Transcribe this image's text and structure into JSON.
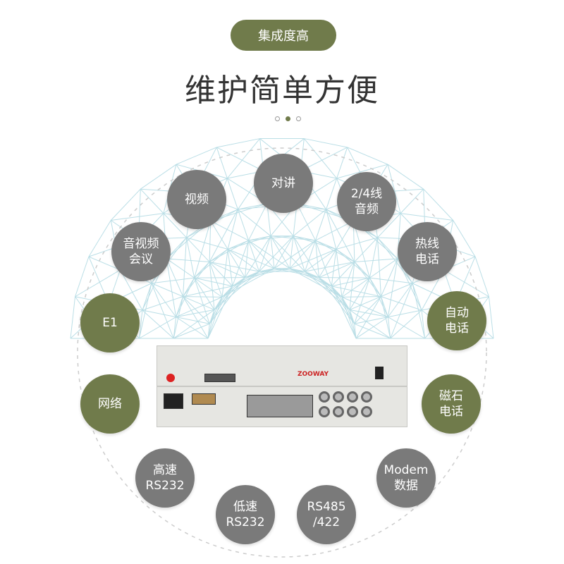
{
  "badge": "集成度高",
  "title": "维护简单方便",
  "pager": {
    "count": 3,
    "active": 1
  },
  "colors": {
    "green": "#707b4b",
    "gray": "#7a7a7a"
  },
  "nodes": [
    {
      "label": "对讲",
      "color": "gray"
    },
    {
      "label": "视频",
      "color": "gray"
    },
    {
      "label": "2/4线\n音频",
      "color": "gray"
    },
    {
      "label": "音视频\n会议",
      "color": "gray"
    },
    {
      "label": "热线\n电话",
      "color": "gray"
    },
    {
      "label": "E1",
      "color": "green"
    },
    {
      "label": "自动\n电话",
      "color": "green"
    },
    {
      "label": "网络",
      "color": "green"
    },
    {
      "label": "磁石\n电话",
      "color": "green"
    },
    {
      "label": "高速\nRS232",
      "color": "gray"
    },
    {
      "label": "Modem\n数据",
      "color": "gray"
    },
    {
      "label": "低速\nRS232",
      "color": "gray"
    },
    {
      "label": "RS485\n/422",
      "color": "gray"
    }
  ]
}
